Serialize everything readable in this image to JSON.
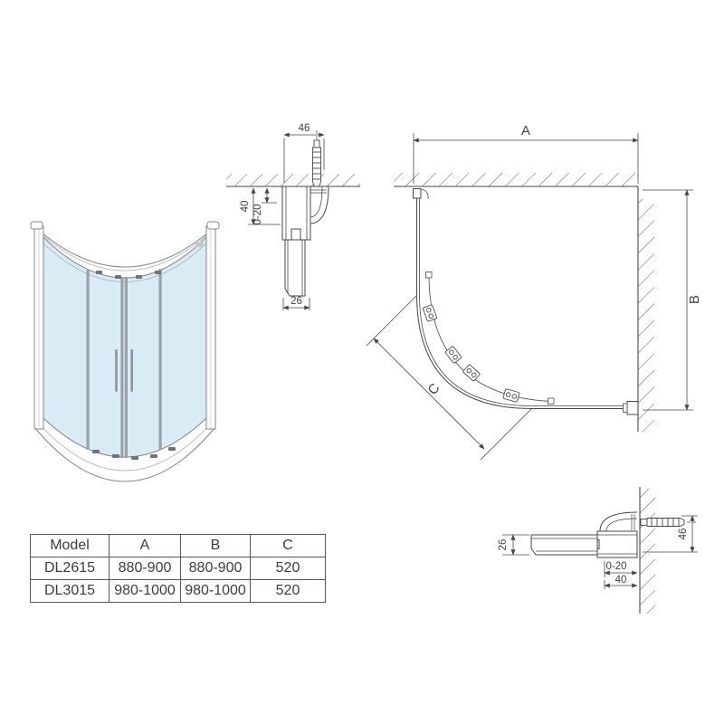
{
  "sheet": {
    "background": "#ffffff",
    "line_color": "#474747",
    "glass_color": "#d9ecf5"
  },
  "plan_view": {
    "dim_width_label": "A",
    "dim_depth_label": "B",
    "dim_entry_label": "C"
  },
  "top_section_detail": {
    "dim_total": "46",
    "dim_wall_offset": "40",
    "dim_adjust": "0-20",
    "dim_profile": "26"
  },
  "side_section_detail": {
    "dim_profile": "26",
    "dim_adjust": "0-20",
    "dim_wall_offset": "40",
    "dim_total": "46"
  },
  "spec_table": {
    "columns": [
      "Model",
      "A",
      "B",
      "C"
    ],
    "rows": [
      [
        "DL2615",
        "880-900",
        "880-900",
        "520"
      ],
      [
        "DL3015",
        "980-1000",
        "980-1000",
        "520"
      ]
    ]
  }
}
